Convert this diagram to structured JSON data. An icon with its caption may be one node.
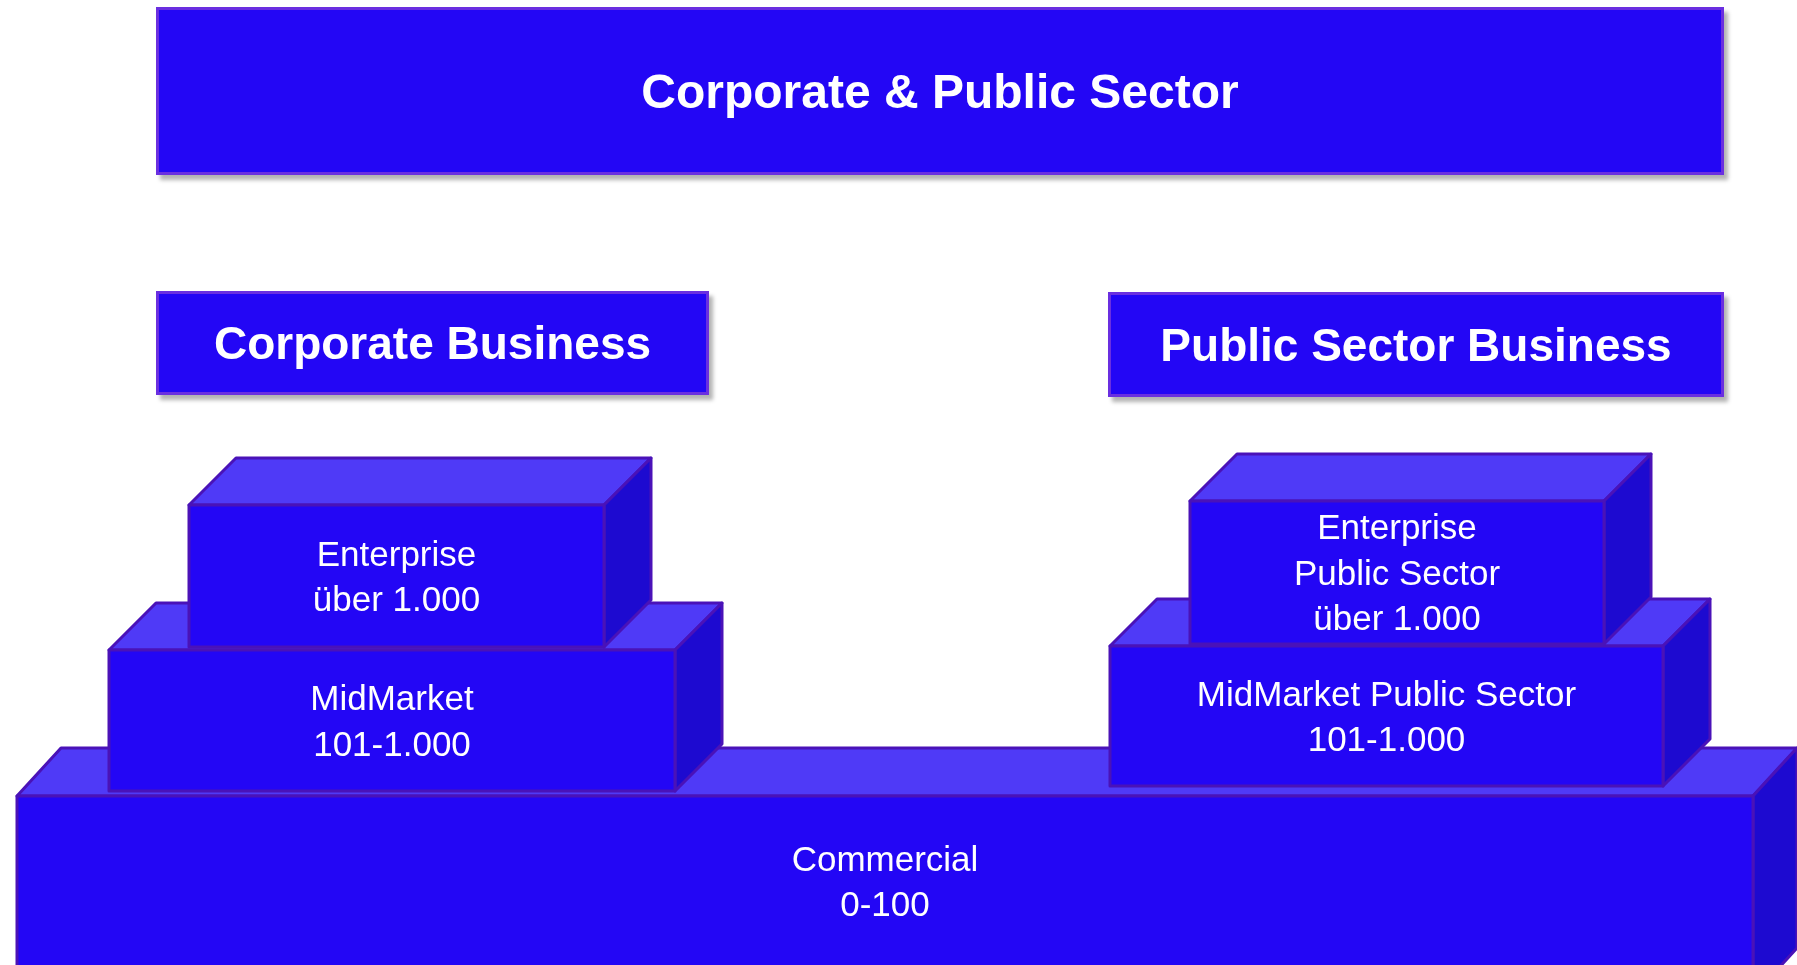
{
  "diagram": {
    "nodes": [
      {
        "text": [
          "Corporate & Public Sector"
        ]
      },
      {
        "text": [
          "Corporate Business"
        ]
      },
      {
        "text": [
          "Public Sector Business"
        ]
      },
      {
        "text": [
          "Enterprise",
          "über 1.000"
        ]
      },
      {
        "text": [
          "MidMarket",
          "101-1.000"
        ]
      },
      {
        "text": [
          "Enterprise Public Sector",
          "über 1.000"
        ]
      },
      {
        "text": [
          "MidMarket Public Sector",
          "101-1.000"
        ]
      },
      {
        "text": [
          "Commercial",
          "0-100"
        ]
      }
    ]
  }
}
